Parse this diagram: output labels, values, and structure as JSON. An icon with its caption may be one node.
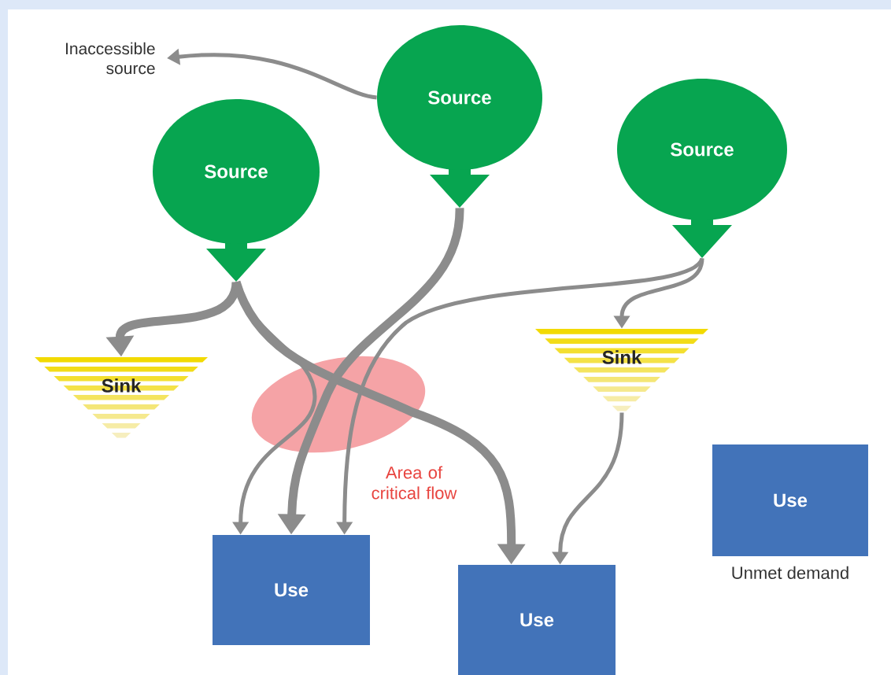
{
  "diagram": {
    "nodes": [
      {
        "text": [
          "Inaccessible source"
        ]
      },
      {
        "text": [
          "Source"
        ]
      },
      {
        "text": [
          "Source"
        ]
      },
      {
        "text": [
          "Source"
        ]
      },
      {
        "text": [
          "Sink"
        ]
      },
      {
        "text": [
          "Sink"
        ]
      },
      {
        "text": [
          "Use"
        ]
      },
      {
        "text": [
          "Use"
        ]
      },
      {
        "text": [
          "Use"
        ],
        "beside": [
          "Unmet demand"
        ]
      }
    ],
    "edges": [
      {
        "from": 1,
        "to": 0,
        "arrow": "to"
      },
      {
        "from": 2,
        "to": 4,
        "arrow": "to",
        "style": "thick"
      },
      {
        "from": 2,
        "to": 6,
        "arrow": "to"
      },
      {
        "from": 2,
        "to": 7,
        "arrow": "to",
        "style": "thick"
      },
      {
        "from": 1,
        "to": 6,
        "arrow": "to",
        "style": "thick"
      },
      {
        "from": 3,
        "to": 6,
        "arrow": "to"
      },
      {
        "from": 3,
        "to": 5,
        "arrow": "to"
      },
      {
        "from": 5,
        "to": 7,
        "arrow": "to"
      }
    ],
    "labels": [
      "Area of critical flow"
    ]
  }
}
